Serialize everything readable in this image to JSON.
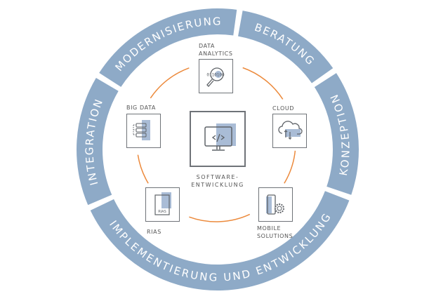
{
  "ring": {
    "segments": [
      {
        "label": "MODERNISIERUNG"
      },
      {
        "label": "BERATUNG"
      },
      {
        "label": "KONZEPTION"
      },
      {
        "label": "IMPLEMENTIERUNG UND ENTWICKLUNG"
      },
      {
        "label": "INTEGRATION"
      }
    ]
  },
  "center": {
    "label_line1": "SOFTWARE-",
    "label_line2": "ENTWICKLUNG",
    "icon": "code-monitor-icon"
  },
  "nodes": {
    "data_analytics": {
      "line1": "DATA",
      "line2": "ANALYTICS",
      "icon": "magnifier-binary-icon",
      "icon_text": "0110100"
    },
    "big_data": {
      "label": "BIG DATA",
      "icon": "server-stack-icon"
    },
    "cloud": {
      "label": "CLOUD",
      "icon": "cloud-sync-icon"
    },
    "rias": {
      "label": "RIAS",
      "icon": "document-icon",
      "icon_text": "RIAS"
    },
    "mobile": {
      "line1": "MOBILE",
      "line2": "SOLUTIONS",
      "icon": "mobile-gear-icon"
    }
  },
  "colors": {
    "ring": "#8eaac7",
    "accent_fill": "#a9bcd6",
    "connector": "#ec8a3c",
    "stroke": "#6f7378"
  }
}
